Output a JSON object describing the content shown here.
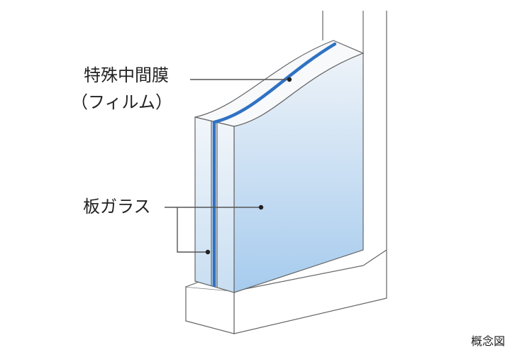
{
  "labels": {
    "interlayer_line1": "特殊中間膜",
    "interlayer_line2": "（フィルム）",
    "glass": "板ガラス",
    "concept": "概念図"
  },
  "colors": {
    "interlayer": "#2f72c4",
    "glass_top": "#eef3f8",
    "glass_bottom": "#a9cdef",
    "edge_strip": "#dce8f3",
    "line": "#555555"
  }
}
